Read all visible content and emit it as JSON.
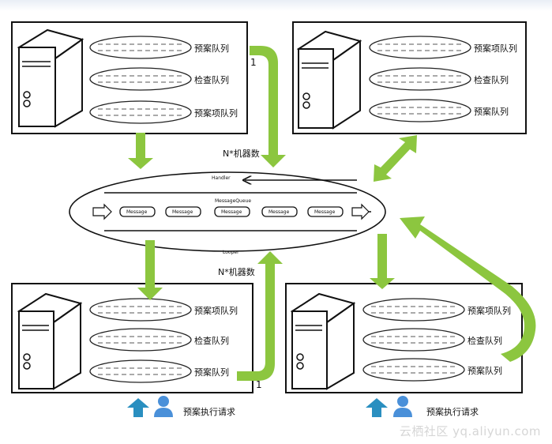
{
  "servers": {
    "top_left": {
      "queues": [
        "预案队列",
        "检查队列",
        "预案项队列"
      ]
    },
    "top_right": {
      "queues": [
        "预案项队列",
        "检查队列",
        "预案队列"
      ]
    },
    "bottom_left": {
      "queues": [
        "预案项队列",
        "检查队列",
        "预案队列"
      ]
    },
    "bottom_right": {
      "queues": [
        "预案项队列",
        "检查队列",
        "预案队列"
      ]
    }
  },
  "labels": {
    "n_machines_top": "N*机器数",
    "n_machines_bottom": "N*机器数",
    "one_top": "1",
    "one_bottom": "1",
    "handler": "Handler",
    "message_queue": "MessageQueue",
    "looper": "Looper",
    "messages": [
      "Message",
      "Message",
      "Message",
      "Message",
      "Message"
    ],
    "request_left": "预案执行请求",
    "request_right": "预案执行请求"
  },
  "watermark": "云栖社区 yq.aliyun.com",
  "colors": {
    "arrow_green": "#8cc63f",
    "arrow_blue": "#2a8fc0",
    "person_blue": "#4a90d9"
  }
}
